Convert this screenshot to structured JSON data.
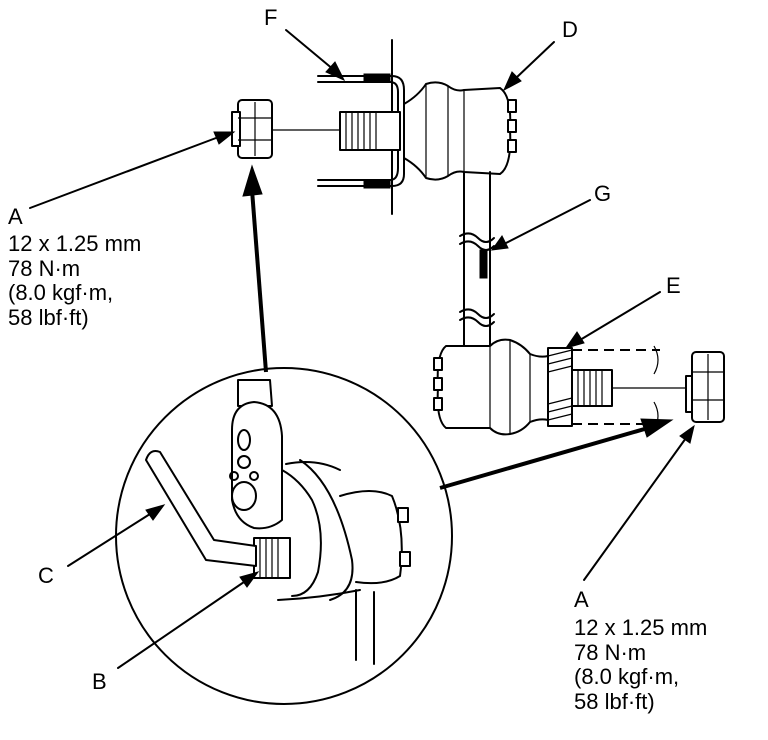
{
  "labels": {
    "A": "A",
    "A2": "A",
    "B": "B",
    "C": "C",
    "D": "D",
    "E": "E",
    "F": "F",
    "G": "G"
  },
  "spec_left": [
    "12 x 1.25 mm",
    "78 N·m",
    "(8.0 kgf·m,",
    "58 lbf·ft)"
  ],
  "spec_right": [
    "12 x 1.25 mm",
    "78 N·m",
    "(8.0 kgf·m,",
    "58 lbf·ft)"
  ],
  "colors": {
    "line": "#000000",
    "background": "#ffffff"
  }
}
